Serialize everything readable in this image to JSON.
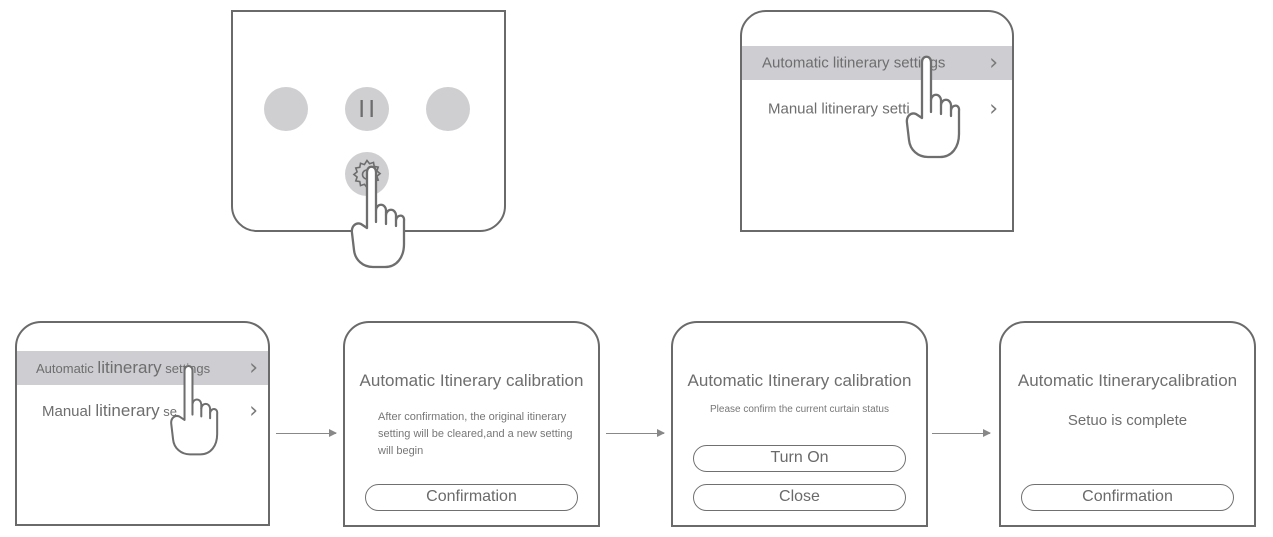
{
  "remote_panel": {
    "pause_icon": "pause-icon",
    "settings_icon": "gear-icon"
  },
  "menu_top": {
    "auto_label": "Automatic litinerary settings",
    "manual_label": "Manual litinerary setti",
    "chevron": "›"
  },
  "menu_bottom": {
    "auto_prefix": "Automatic ",
    "auto_big": "litinerary",
    "auto_suffix": " settings",
    "manual_prefix": "Manual ",
    "manual_big": "litinerary",
    "manual_suffix": " se",
    "chevron": "›"
  },
  "step_confirm": {
    "title": "Automatic Itinerary calibration",
    "message_line1": "After confirmation, the original itinerary",
    "message_line2": "setting will be cleared,and a new setting",
    "message_line3": "will begin",
    "button": "Confirmation"
  },
  "step_status": {
    "title": "Automatic Itinerary calibration",
    "message": "Please confirm the current curtain status",
    "button_on": "Turn On",
    "button_close": "Close"
  },
  "step_done": {
    "title": "Automatic Itinerarycalibration",
    "message": "Setuo is complete",
    "button": "Confirmation"
  },
  "colors": {
    "highlight": "#cdcdd2",
    "button_circle": "#cfcfd2",
    "outline": "#6a6a6a"
  }
}
